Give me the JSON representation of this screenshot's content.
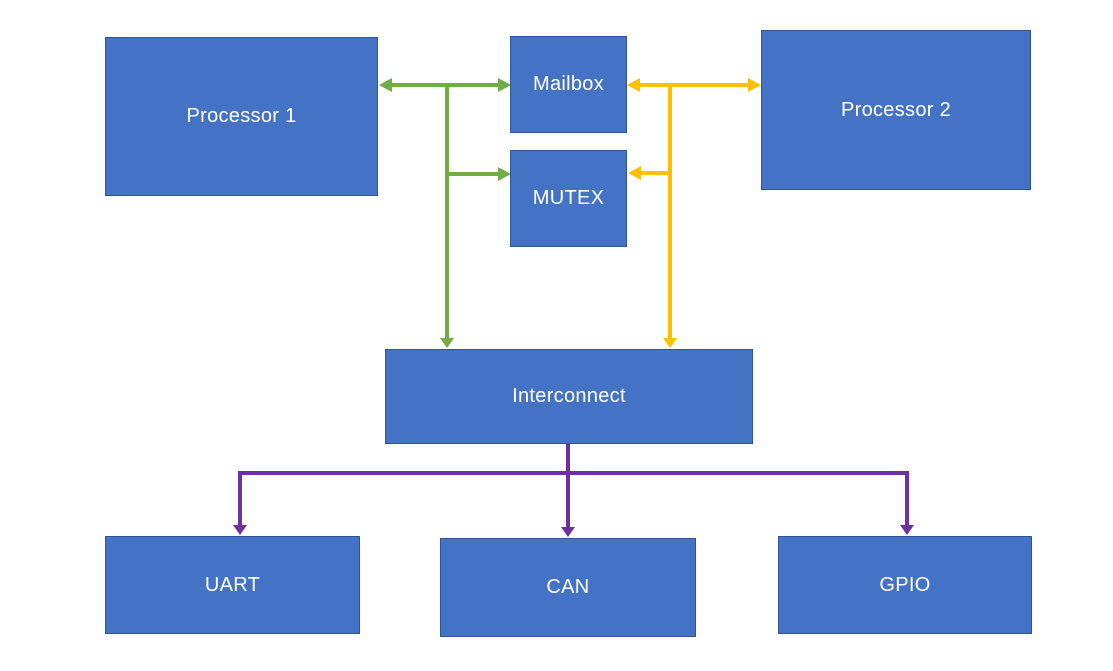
{
  "diagram": {
    "type": "block-diagram",
    "nodes": {
      "processor1": {
        "label": "Processor 1"
      },
      "mailbox": {
        "label": "Mailbox"
      },
      "mutex": {
        "label": "MUTEX"
      },
      "processor2": {
        "label": "Processor 2"
      },
      "interconnect": {
        "label": "Interconnect"
      },
      "uart": {
        "label": "UART"
      },
      "can": {
        "label": "CAN"
      },
      "gpio": {
        "label": "GPIO"
      }
    },
    "edges": [
      {
        "from": "Processor 1",
        "to": "Mailbox",
        "style": "green",
        "arrows": "both"
      },
      {
        "from": "Processor 1 / Mailbox trunk",
        "to": "MUTEX",
        "style": "green",
        "arrows": "end"
      },
      {
        "from": "Processor 1 / Mailbox trunk",
        "to": "Interconnect",
        "style": "green",
        "arrows": "end"
      },
      {
        "from": "Mailbox",
        "to": "Processor 2",
        "style": "yellow",
        "arrows": "both"
      },
      {
        "from": "Processor 2 / Mailbox trunk",
        "to": "MUTEX",
        "style": "yellow",
        "arrows": "end"
      },
      {
        "from": "Processor 2 / Mailbox trunk",
        "to": "Interconnect",
        "style": "yellow",
        "arrows": "end"
      },
      {
        "from": "Interconnect",
        "to": "UART",
        "style": "purple",
        "arrows": "end"
      },
      {
        "from": "Interconnect",
        "to": "CAN",
        "style": "purple",
        "arrows": "end"
      },
      {
        "from": "Interconnect",
        "to": "GPIO",
        "style": "purple",
        "arrows": "end"
      }
    ],
    "colors": {
      "background": "#FFFFFF",
      "node_fill": "#4472C4",
      "node_border": "#2F5597",
      "node_text": "#FFFFFF",
      "edge_green": "#70AD47",
      "edge_yellow": "#FFC000",
      "edge_purple": "#7030A0"
    }
  }
}
